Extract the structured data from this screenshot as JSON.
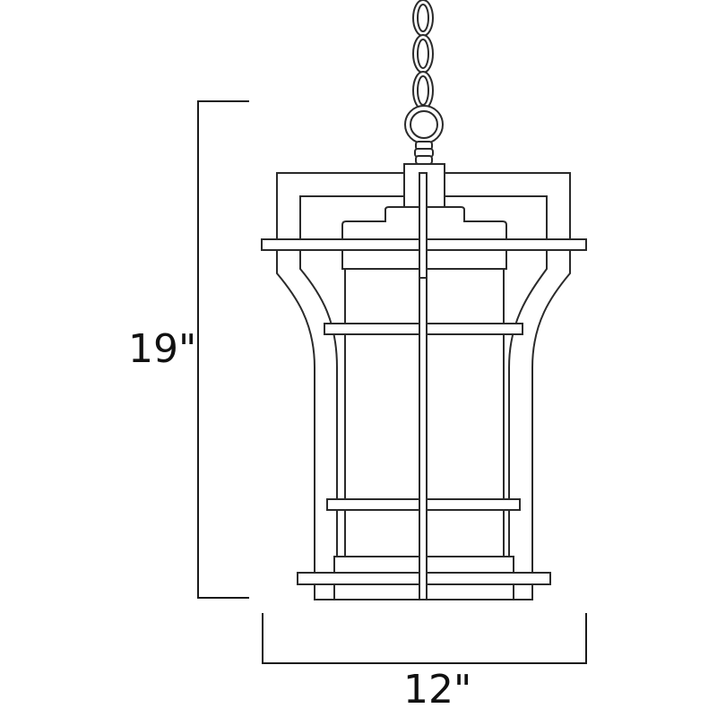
{
  "diagram": {
    "subject": "outdoor hanging lantern",
    "line_color": "#2a2a2a",
    "background_color": "#ffffff",
    "dimensions": {
      "height": {
        "label": "19\"",
        "value": 19,
        "unit": "in",
        "orientation": "vertical"
      },
      "width": {
        "label": "12\"",
        "value": 12,
        "unit": "in",
        "orientation": "horizontal"
      }
    },
    "parts": [
      {
        "name": "chain",
        "links": 3
      },
      {
        "name": "loop-ring"
      },
      {
        "name": "collar"
      },
      {
        "name": "top-block"
      },
      {
        "name": "outer-frame"
      },
      {
        "name": "inner-frame"
      },
      {
        "name": "top-cap"
      },
      {
        "name": "top-band"
      },
      {
        "name": "upper-middle-band"
      },
      {
        "name": "glass-cylinder"
      },
      {
        "name": "center-rod"
      },
      {
        "name": "lower-middle-band"
      },
      {
        "name": "base-piece"
      },
      {
        "name": "bottom-band"
      },
      {
        "name": "bottom-foot"
      }
    ]
  }
}
